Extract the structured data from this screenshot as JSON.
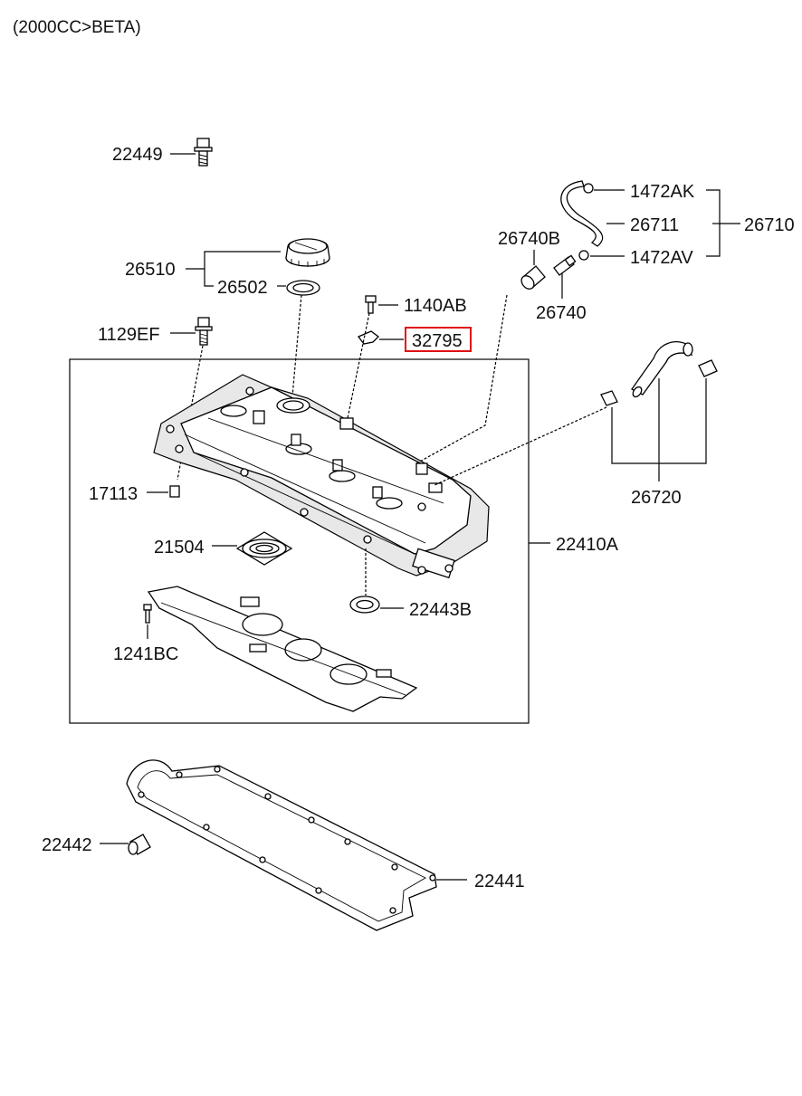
{
  "title": "(2000CC>BETA)",
  "parts": {
    "p22449": "22449",
    "p1472AK": "1472AK",
    "p26711": "26711",
    "p26710": "26710",
    "p26740B": "26740B",
    "p1472AV": "1472AV",
    "p26510": "26510",
    "p26502": "26502",
    "p26740": "26740",
    "p1140AB": "1140AB",
    "p1129EF": "1129EF",
    "p32795": "32795",
    "p17113": "17113",
    "p26720": "26720",
    "p21504": "21504",
    "p22410A": "22410A",
    "p22443B": "22443B",
    "p1241BC": "1241BC",
    "p22442": "22442",
    "p22441": "22441"
  },
  "highlight": {
    "part": "32795",
    "color": "#e01010"
  }
}
